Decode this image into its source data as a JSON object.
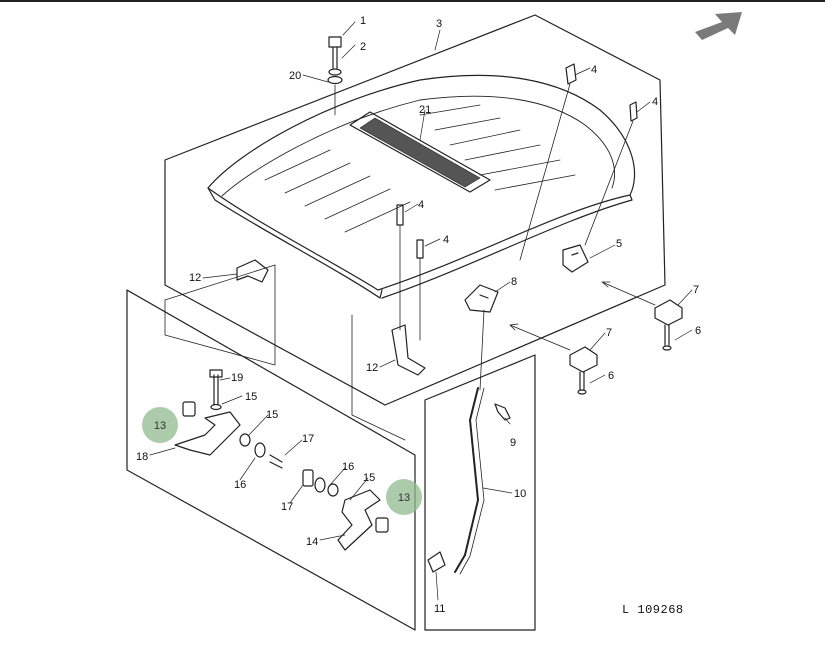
{
  "diagram": {
    "reference_code": "L 109268",
    "callouts": [
      "1",
      "2",
      "3",
      "4",
      "4",
      "4",
      "4",
      "5",
      "6",
      "6",
      "7",
      "7",
      "8",
      "9",
      "10",
      "11",
      "12",
      "12",
      "13",
      "13",
      "14",
      "15",
      "15",
      "15",
      "16",
      "16",
      "17",
      "17",
      "18",
      "19",
      "20",
      "21"
    ]
  },
  "colors": {
    "line": "#222222",
    "highlight": "#8fb98f",
    "arrow": "#7a7a7a",
    "background": "#ffffff"
  },
  "icons": {
    "direction": "arrow-up-right-icon"
  }
}
